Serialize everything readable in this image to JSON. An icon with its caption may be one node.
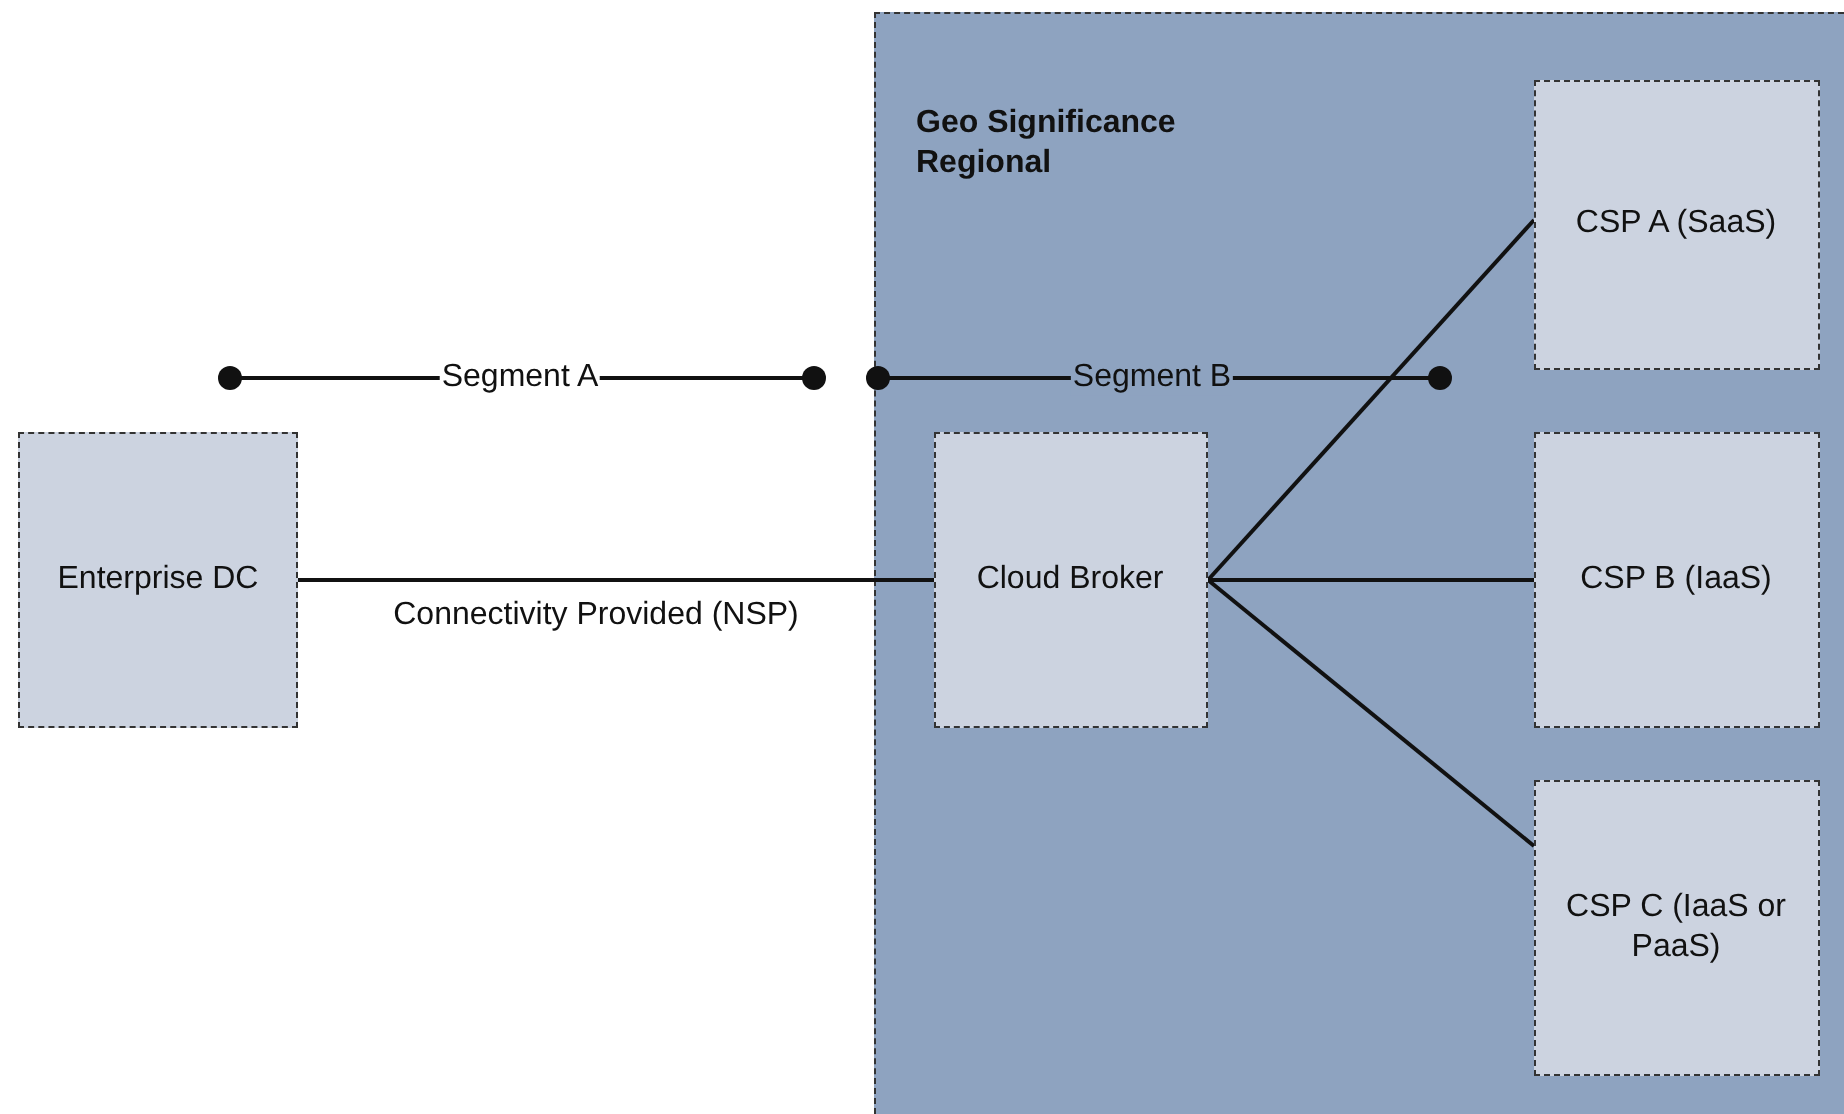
{
  "diagram": {
    "nodes": [
      {
        "text": [
          "Geo Significance Regional"
        ]
      },
      {
        "text": [
          "Enterprise DC"
        ]
      },
      {
        "text": [
          "Cloud Broker"
        ],
        "in": 0
      },
      {
        "text": [
          "CSP A (SaaS)"
        ],
        "in": 0
      },
      {
        "text": [
          "CSP B (IaaS)"
        ],
        "in": 0
      },
      {
        "text": [
          "CSP C (IaaS or PaaS)"
        ],
        "in": 0
      }
    ],
    "edges": [
      {
        "from": 1,
        "to": 2,
        "arrow": "none",
        "label": "Connectivity Provided (NSP)"
      },
      {
        "from": 2,
        "to": 3,
        "arrow": "none"
      },
      {
        "from": 2,
        "to": 4,
        "arrow": "none"
      },
      {
        "from": 2,
        "to": 5,
        "arrow": "none"
      }
    ],
    "labels": [
      "Segment A",
      "Segment B"
    ]
  }
}
